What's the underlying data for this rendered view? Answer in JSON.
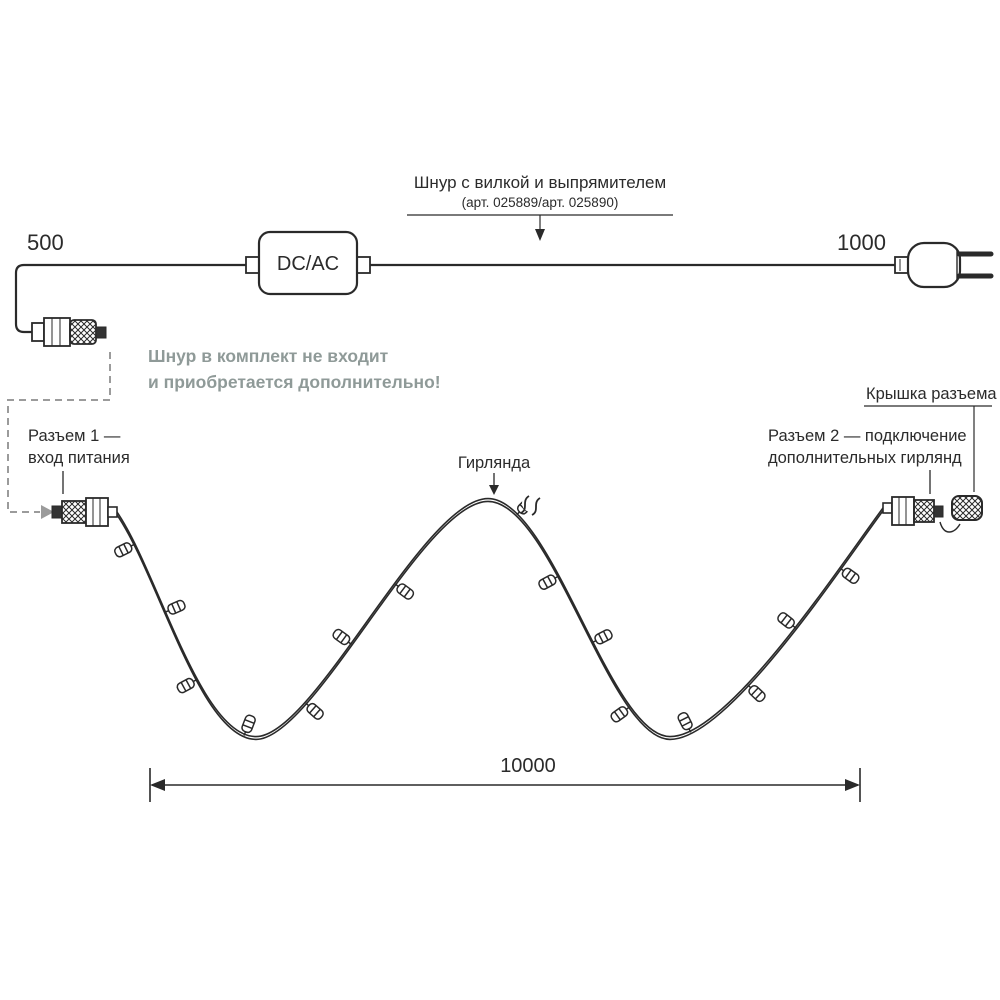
{
  "labels": {
    "cord_title": "Шнур с вилкой и выпрямителем",
    "cord_subtitle": "(арт. 025889/арт. 025890)",
    "dim_left": "500",
    "dim_right": "1000",
    "converter": "DC/AC",
    "note_line1": "Шнур в комплект не входит",
    "note_line2": "и приобретается дополнительно!",
    "connector1_line1": "Разъем 1 —",
    "connector1_line2": "вход питания",
    "garland": "Гирлянда",
    "cap": "Крышка разъема",
    "connector2_line1": "Разъем 2 — подключение",
    "connector2_line2": "дополнительных гирлянд",
    "dim_total": "10000"
  },
  "colors": {
    "line": "#2a2a2a",
    "text": "#2b2b2b",
    "note_text": "#8f9a98",
    "dashed_route": "#9b9b9b"
  }
}
